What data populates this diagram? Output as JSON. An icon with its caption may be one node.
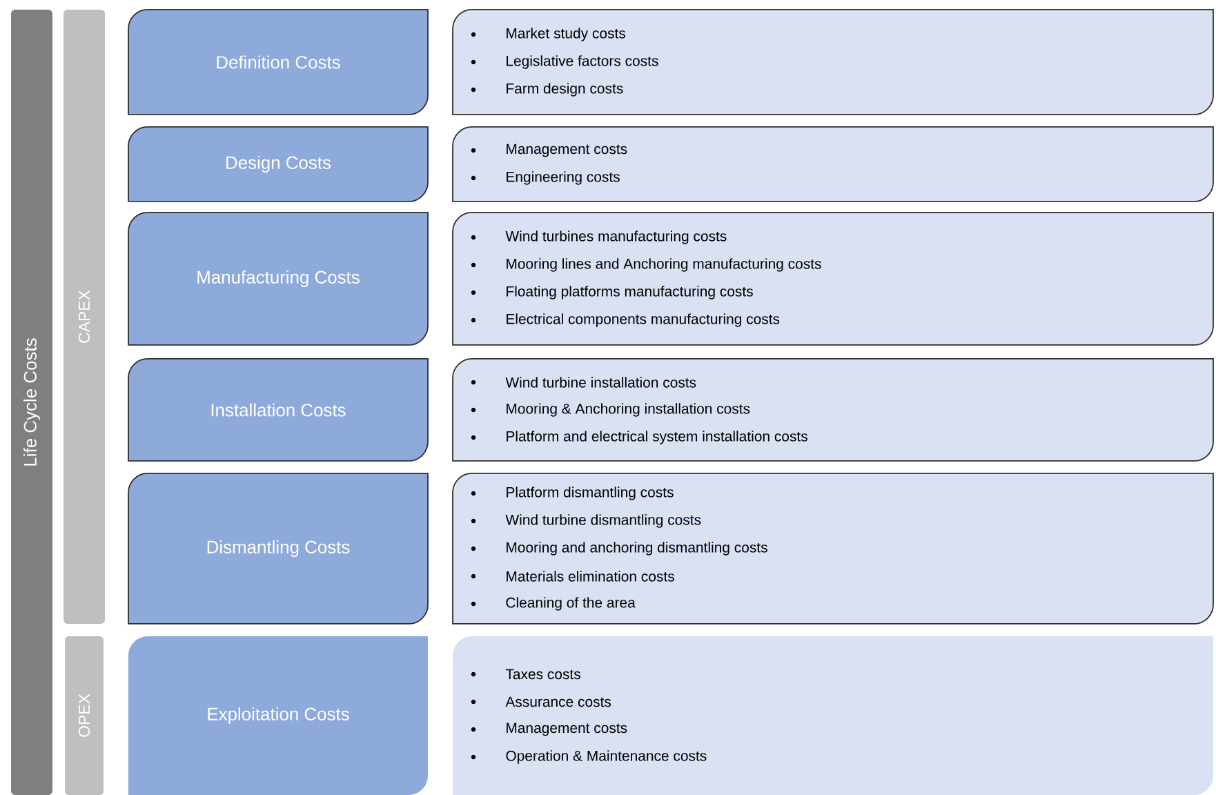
{
  "diagram": {
    "nodes": [
      {
        "text": [
          "Life Cycle Costs"
        ]
      },
      {
        "text": [
          "CAPEX"
        ]
      },
      {
        "text": [
          "Definition Costs"
        ]
      },
      {
        "text": [
          "Market study costs",
          "Legislative factors costs",
          "Farm design costs"
        ]
      },
      {
        "text": [
          "Design Costs"
        ]
      },
      {
        "text": [
          "Management costs",
          "Engineering costs"
        ]
      },
      {
        "text": [
          "Manufacturing Costs"
        ]
      },
      {
        "text": [
          "Wind turbines manufacturing costs",
          "Mooring lines and Anchoring manufacturing costs",
          "Floating platforms manufacturing costs",
          "Electrical components manufacturing costs"
        ]
      },
      {
        "text": [
          "Installation Costs"
        ]
      },
      {
        "text": [
          "Wind turbine installation costs",
          "Mooring & Anchoring installation costs",
          "Platform and electrical system installation costs"
        ]
      },
      {
        "text": [
          "Dismantling Costs"
        ]
      },
      {
        "text": [
          "Platform dismantling costs",
          "Wind turbine dismantling costs",
          "Mooring and anchoring dismantling costs",
          "Materials elimination costs",
          "Cleaning of the area"
        ]
      },
      {
        "text": [
          "OPEX"
        ]
      },
      {
        "text": [
          "Exploitation Costs"
        ]
      },
      {
        "text": [
          "Taxes costs",
          "Assurance costs",
          "Management costs",
          "Operation & Maintenance costs"
        ]
      }
    ]
  }
}
